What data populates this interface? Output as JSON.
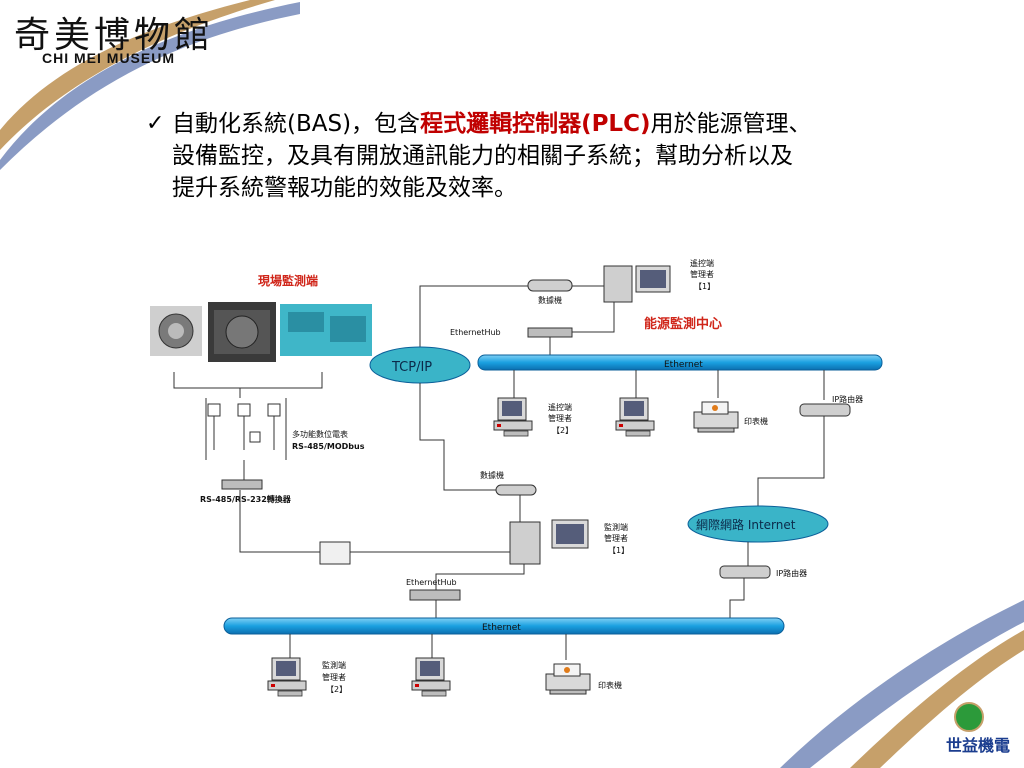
{
  "header": {
    "logo_zh": "奇美博物館",
    "logo_en": "CHI MEI MUSEUM"
  },
  "bullet": {
    "line1_prefix": "自動化系統(BAS)，包含",
    "line1_highlight": "程式邏輯控制器(PLC)",
    "line1_suffix": "用於能源管理、",
    "line2": "設備監控，及具有開放通訊能力的相關子系統；幫助分析以及",
    "line3": "提升系統警報功能的效能及效率。"
  },
  "diagram": {
    "field_title": "現場監測端",
    "center_title": "能源監測中心",
    "tcpip": "TCP/IP",
    "internet": "網際網路 Internet",
    "ethernet_top": "Ethernet",
    "ethernet_bottom": "Ethernet",
    "modem_top": "數據機",
    "modem_mid": "數據機",
    "hub_top": "EthernetHub",
    "hub_bottom": "EthernetHub",
    "remote_mgr1": [
      "遙控端",
      "管理者",
      "【1】"
    ],
    "remote_mgr2": [
      "遙控端",
      "管理者",
      "【2】"
    ],
    "printer_top": "印表機",
    "printer_bottom": "印表機",
    "router_top": "IP路由器",
    "router_bottom": "IP路由器",
    "meter": [
      "多功能數位電表",
      "RS-485/MODbus"
    ],
    "converter": "RS-485/RS-232轉換器",
    "monitor_mgr1": [
      "監測端",
      "管理者",
      "【1】"
    ],
    "monitor_mgr2": [
      "監測端",
      "管理者",
      "【2】"
    ]
  },
  "footer": {
    "brand": "世益機電"
  }
}
